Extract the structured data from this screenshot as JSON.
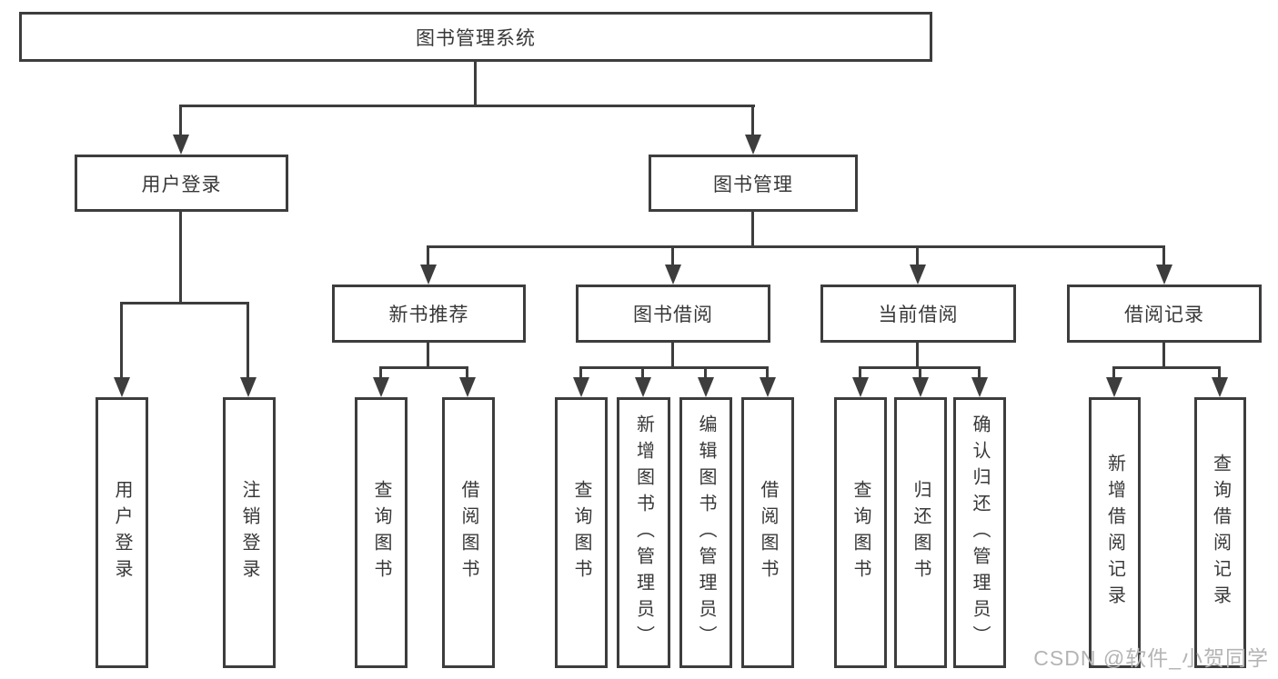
{
  "colors": {
    "line": "#3d3d3d",
    "text": "#383838",
    "wm": "#b4b4b4",
    "bg": "#ffffff"
  },
  "icons": {
    "arrow_down": "css-triangle-down"
  },
  "tree": {
    "root": {
      "label": "图书管理系统",
      "children": [
        {
          "label": "用户登录",
          "children": [
            {
              "label": "用户登录"
            },
            {
              "label": "注销登录"
            }
          ]
        },
        {
          "label": "图书管理",
          "children": [
            {
              "label": "新书推荐",
              "children": [
                {
                  "label": "查询图书"
                },
                {
                  "label": "借阅图书"
                }
              ]
            },
            {
              "label": "图书借阅",
              "children": [
                {
                  "label": "查询图书"
                },
                {
                  "label": "新增图书（管理员）"
                },
                {
                  "label": "编辑图书（管理员）"
                },
                {
                  "label": "借阅图书"
                }
              ]
            },
            {
              "label": "当前借阅",
              "children": [
                {
                  "label": "查询图书"
                },
                {
                  "label": "归还图书"
                },
                {
                  "label": "确认归还（管理员）"
                }
              ]
            },
            {
              "label": "借阅记录",
              "children": [
                {
                  "label": "新增借阅记录"
                },
                {
                  "label": "查询借阅记录"
                }
              ]
            }
          ]
        }
      ]
    }
  },
  "watermark": {
    "text": "CSDN @软件_小贺同学"
  }
}
